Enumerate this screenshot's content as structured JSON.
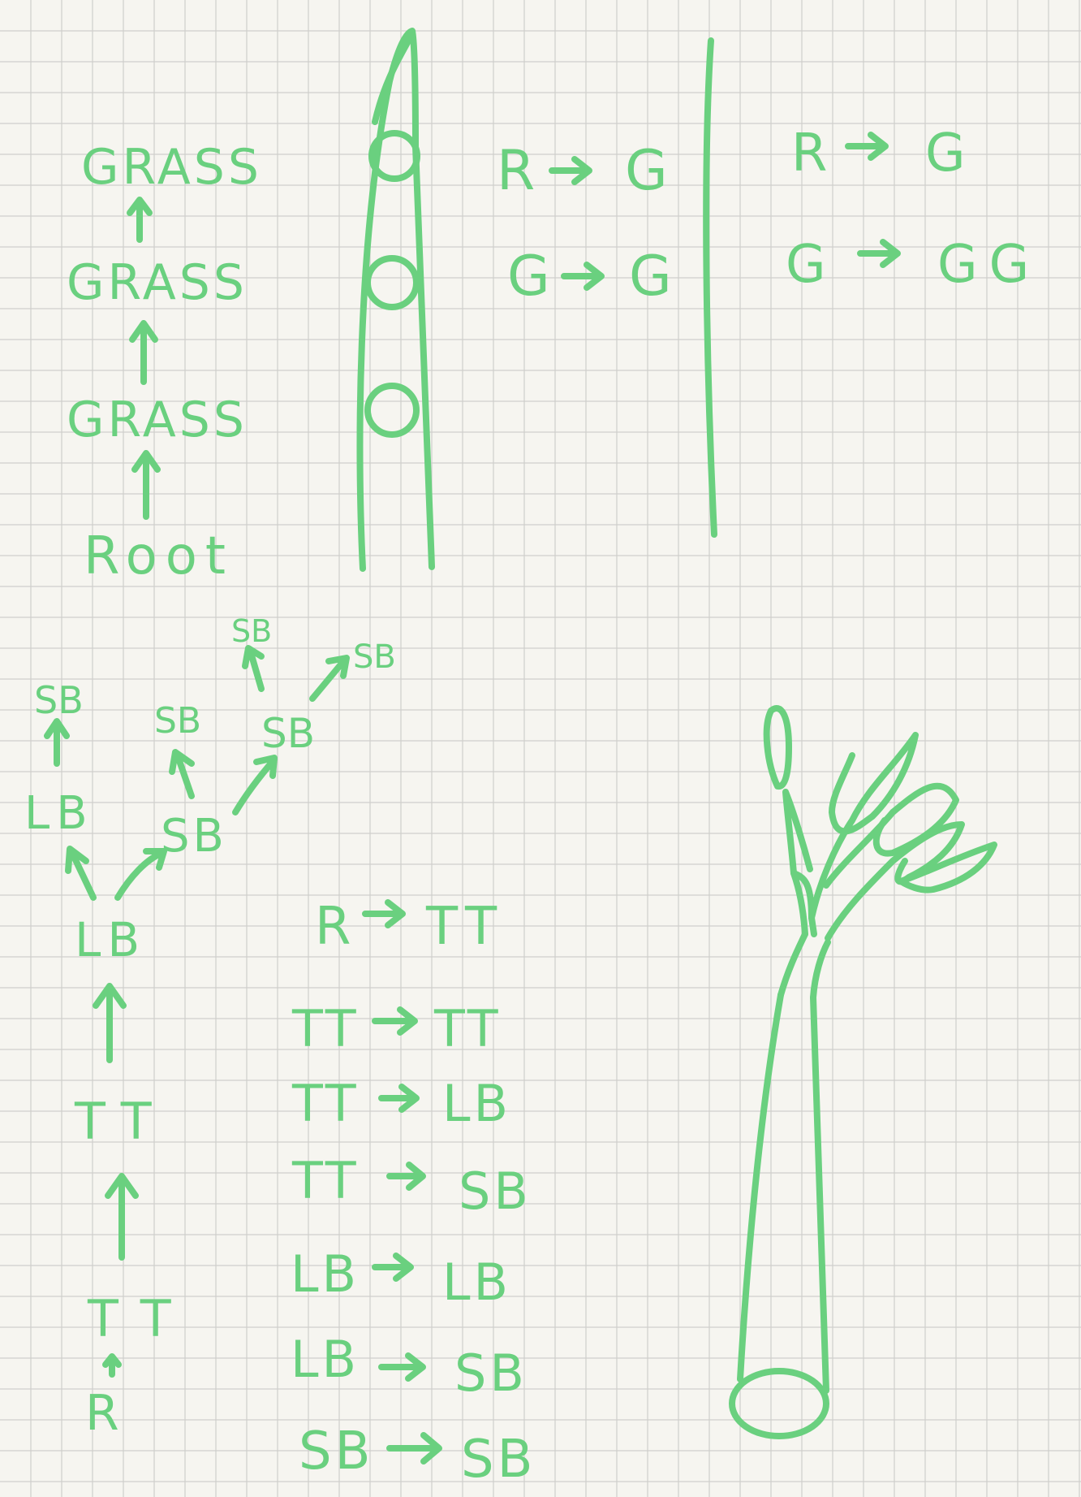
{
  "colors": {
    "paper": "#f6f5f0",
    "grid": "#cfcfcc",
    "ink": "#6ad07f"
  },
  "notes": {
    "grass_stack": [
      "GRASS",
      "GRASS",
      "GRASS",
      "Root"
    ],
    "rules_a": [
      {
        "from": "R",
        "to": "G"
      },
      {
        "from": "G",
        "to": "G"
      }
    ],
    "rules_b": [
      {
        "from": "R",
        "to": "G"
      },
      {
        "from": "G",
        "to": "GG"
      }
    ],
    "branch_tree": {
      "trunk": [
        "R",
        "TT",
        "TT",
        "LB",
        "LB",
        "SB"
      ],
      "branches": [
        "SB",
        "SB",
        "SB",
        "SB",
        "SB"
      ]
    },
    "rules_c": [
      {
        "from": "R",
        "to": "TT"
      },
      {
        "from": "TT",
        "to": "TT"
      },
      {
        "from": "TT",
        "to": "LB"
      },
      {
        "from": "TT",
        "to": "SB"
      },
      {
        "from": "LB",
        "to": "LB"
      },
      {
        "from": "LB",
        "to": "SB"
      },
      {
        "from": "SB",
        "to": "SB"
      }
    ]
  }
}
